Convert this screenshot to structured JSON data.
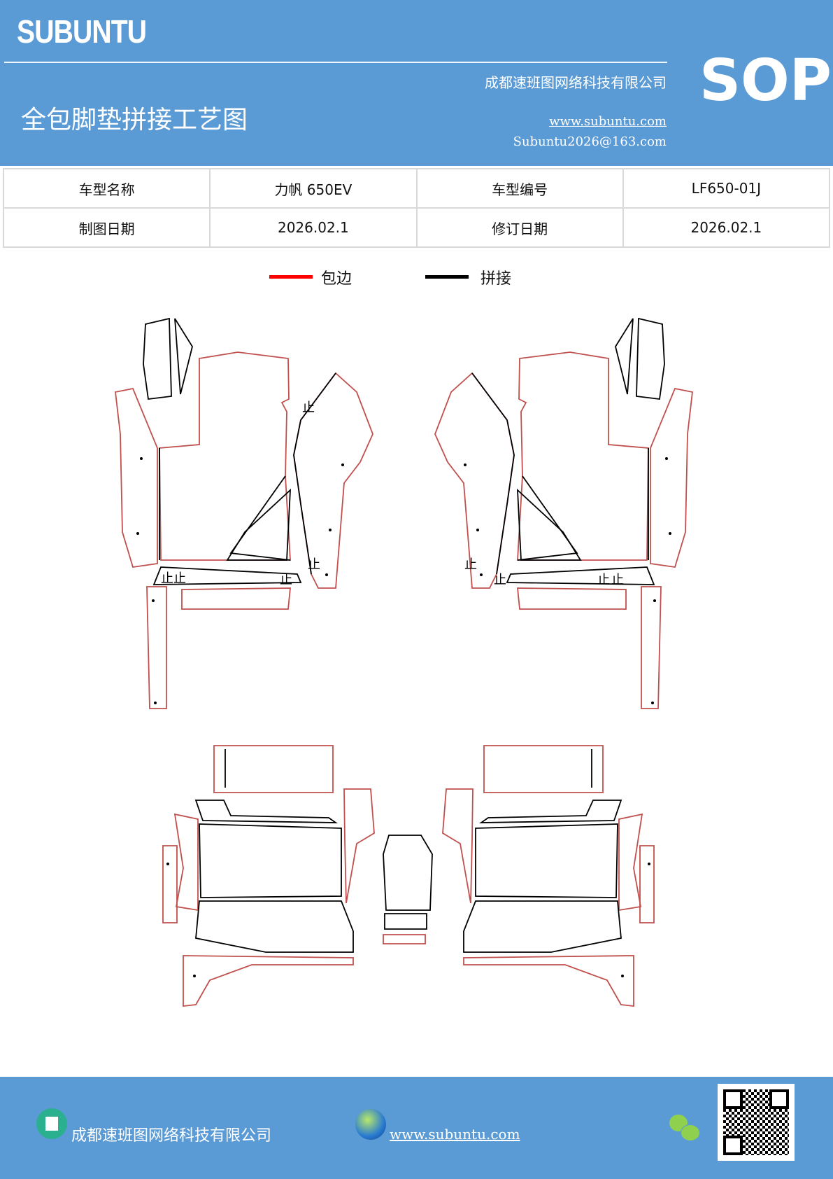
{
  "header": {
    "brand": "SUBUNTU",
    "company": "成都速班图网络科技有限公司",
    "badge": "SOP",
    "title": "全包脚垫拼接工艺图",
    "website": "www.subuntu.com",
    "email": "Subuntu2026@163.com",
    "background_color": "#5b9bd5"
  },
  "info_table": {
    "rows": [
      [
        "车型名称",
        "力帆 650EV",
        "车型编号",
        "LF650-01J"
      ],
      [
        "制图日期",
        "2026.02.1",
        "修订日期",
        "2026.02.1"
      ]
    ]
  },
  "legend": {
    "items": [
      {
        "label": "包边",
        "color": "#ff0000"
      },
      {
        "label": "拼接",
        "color": "#000000"
      }
    ]
  },
  "diagram": {
    "stop_mark": "止",
    "edge_color": "#c0504d",
    "seam_color": "#000000"
  },
  "footer": {
    "company": "成都速班图网络科技有限公司",
    "website": "www.subuntu.com",
    "icons": [
      "building-icon",
      "globe-icon",
      "wechat-icon",
      "qr-code"
    ]
  }
}
